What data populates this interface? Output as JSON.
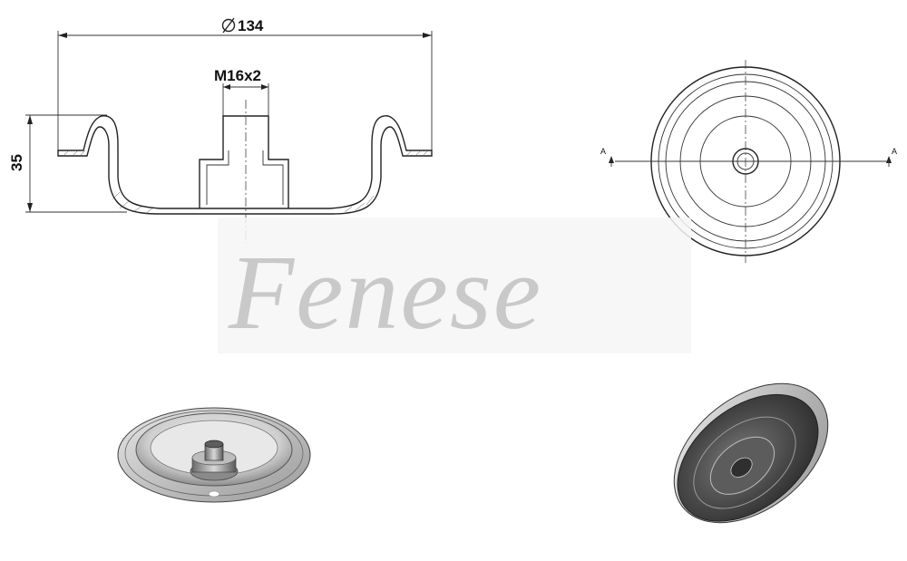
{
  "dimensions": {
    "diameter": "134",
    "thread": "M16x2",
    "height": "35"
  },
  "section_marks": {
    "left": "A",
    "right": "A"
  },
  "watermark": {
    "brand": "Fenese"
  },
  "colors": {
    "line": "#222222",
    "watermark": "#c9c9c9",
    "metal_light": "#d9d9d9",
    "metal_dark": "#5a5a5a"
  }
}
